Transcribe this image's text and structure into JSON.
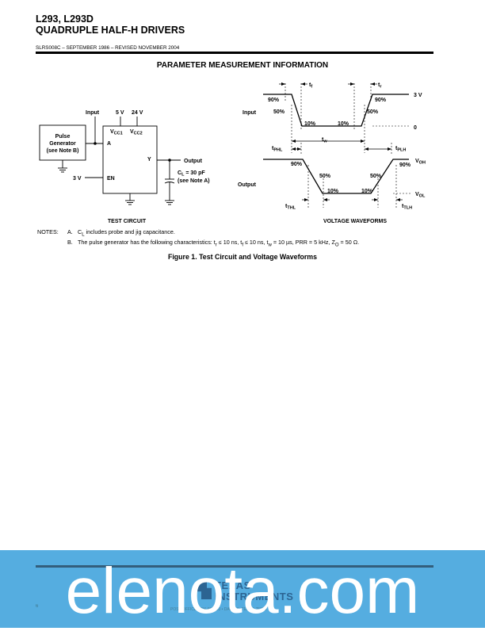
{
  "header": {
    "title_line1": "L293, L293D",
    "title_line2": "QUADRUPLE HALF-H DRIVERS",
    "doc_id": "SLRS008C – SEPTEMBER 1986 – REVISED NOVEMBER 2004"
  },
  "section_title": "PARAMETER MEASUREMENT INFORMATION",
  "test_circuit": {
    "caption": "TEST CIRCUIT",
    "generator_line1": "Pulse",
    "generator_line2": "Generator",
    "generator_line3": "(see Note B)",
    "input_label": "Input",
    "supply1": "5 V",
    "supply2": "24 V",
    "vcc1_main": "V",
    "vcc1_sub": "CC1",
    "vcc2_main": "V",
    "vcc2_sub": "CC2",
    "pin_a": "A",
    "pin_y": "Y",
    "pin_en": "EN",
    "en_voltage": "3 V",
    "output_label": "Output",
    "cl_main": "C",
    "cl_sub": "L",
    "cl_value": " = 30 pF",
    "cl_note": "(see Note A)"
  },
  "waveforms": {
    "caption": "VOLTAGE WAVEFORMS",
    "input_label": "Input",
    "output_label": "Output",
    "tf_main": "t",
    "tf_sub": "f",
    "tr_main": "t",
    "tr_sub": "r",
    "tw_main": "t",
    "tw_sub": "w",
    "tphl_main": "t",
    "tphl_sub": "PHL",
    "tplh_main": "t",
    "tplh_sub": "PLH",
    "tthl_main": "t",
    "tthl_sub": "THL",
    "ttlh_main": "t",
    "ttlh_sub": "TLH",
    "voh_main": "V",
    "voh_sub": "OH",
    "vol_main": "V",
    "vol_sub": "OL",
    "level_3v": "3 V",
    "level_0": "0",
    "p90": "90%",
    "p50": "50%",
    "p10": "10%"
  },
  "notes": {
    "label": "NOTES:",
    "a_letter": "A.",
    "a_text": "C",
    "a_sub": "L",
    "a_text2": " includes probe and jig capacitance.",
    "b_letter": "B.",
    "b_text": "The pulse generator has the following characteristics: t",
    "b_sub1": "r",
    "b_text2": " ≤ 10 ns, t",
    "b_sub2": "f",
    "b_text3": " ≤ 10 ns, t",
    "b_sub3": "w",
    "b_text4": " = 10 µs, PRR = 5 kHz, Z",
    "b_sub4": "O",
    "b_text5": " = 50 Ω."
  },
  "figure_caption": "Figure 1. Test Circuit and Voltage Waveforms",
  "footer": {
    "page_number": "6",
    "logo_line1": "TEXAS",
    "logo_line2": "INSTRUMENTS",
    "address": "POST OFFICE BOX 655303 • DALLAS, TEXAS 75265",
    "watermark": "elenota.com"
  }
}
